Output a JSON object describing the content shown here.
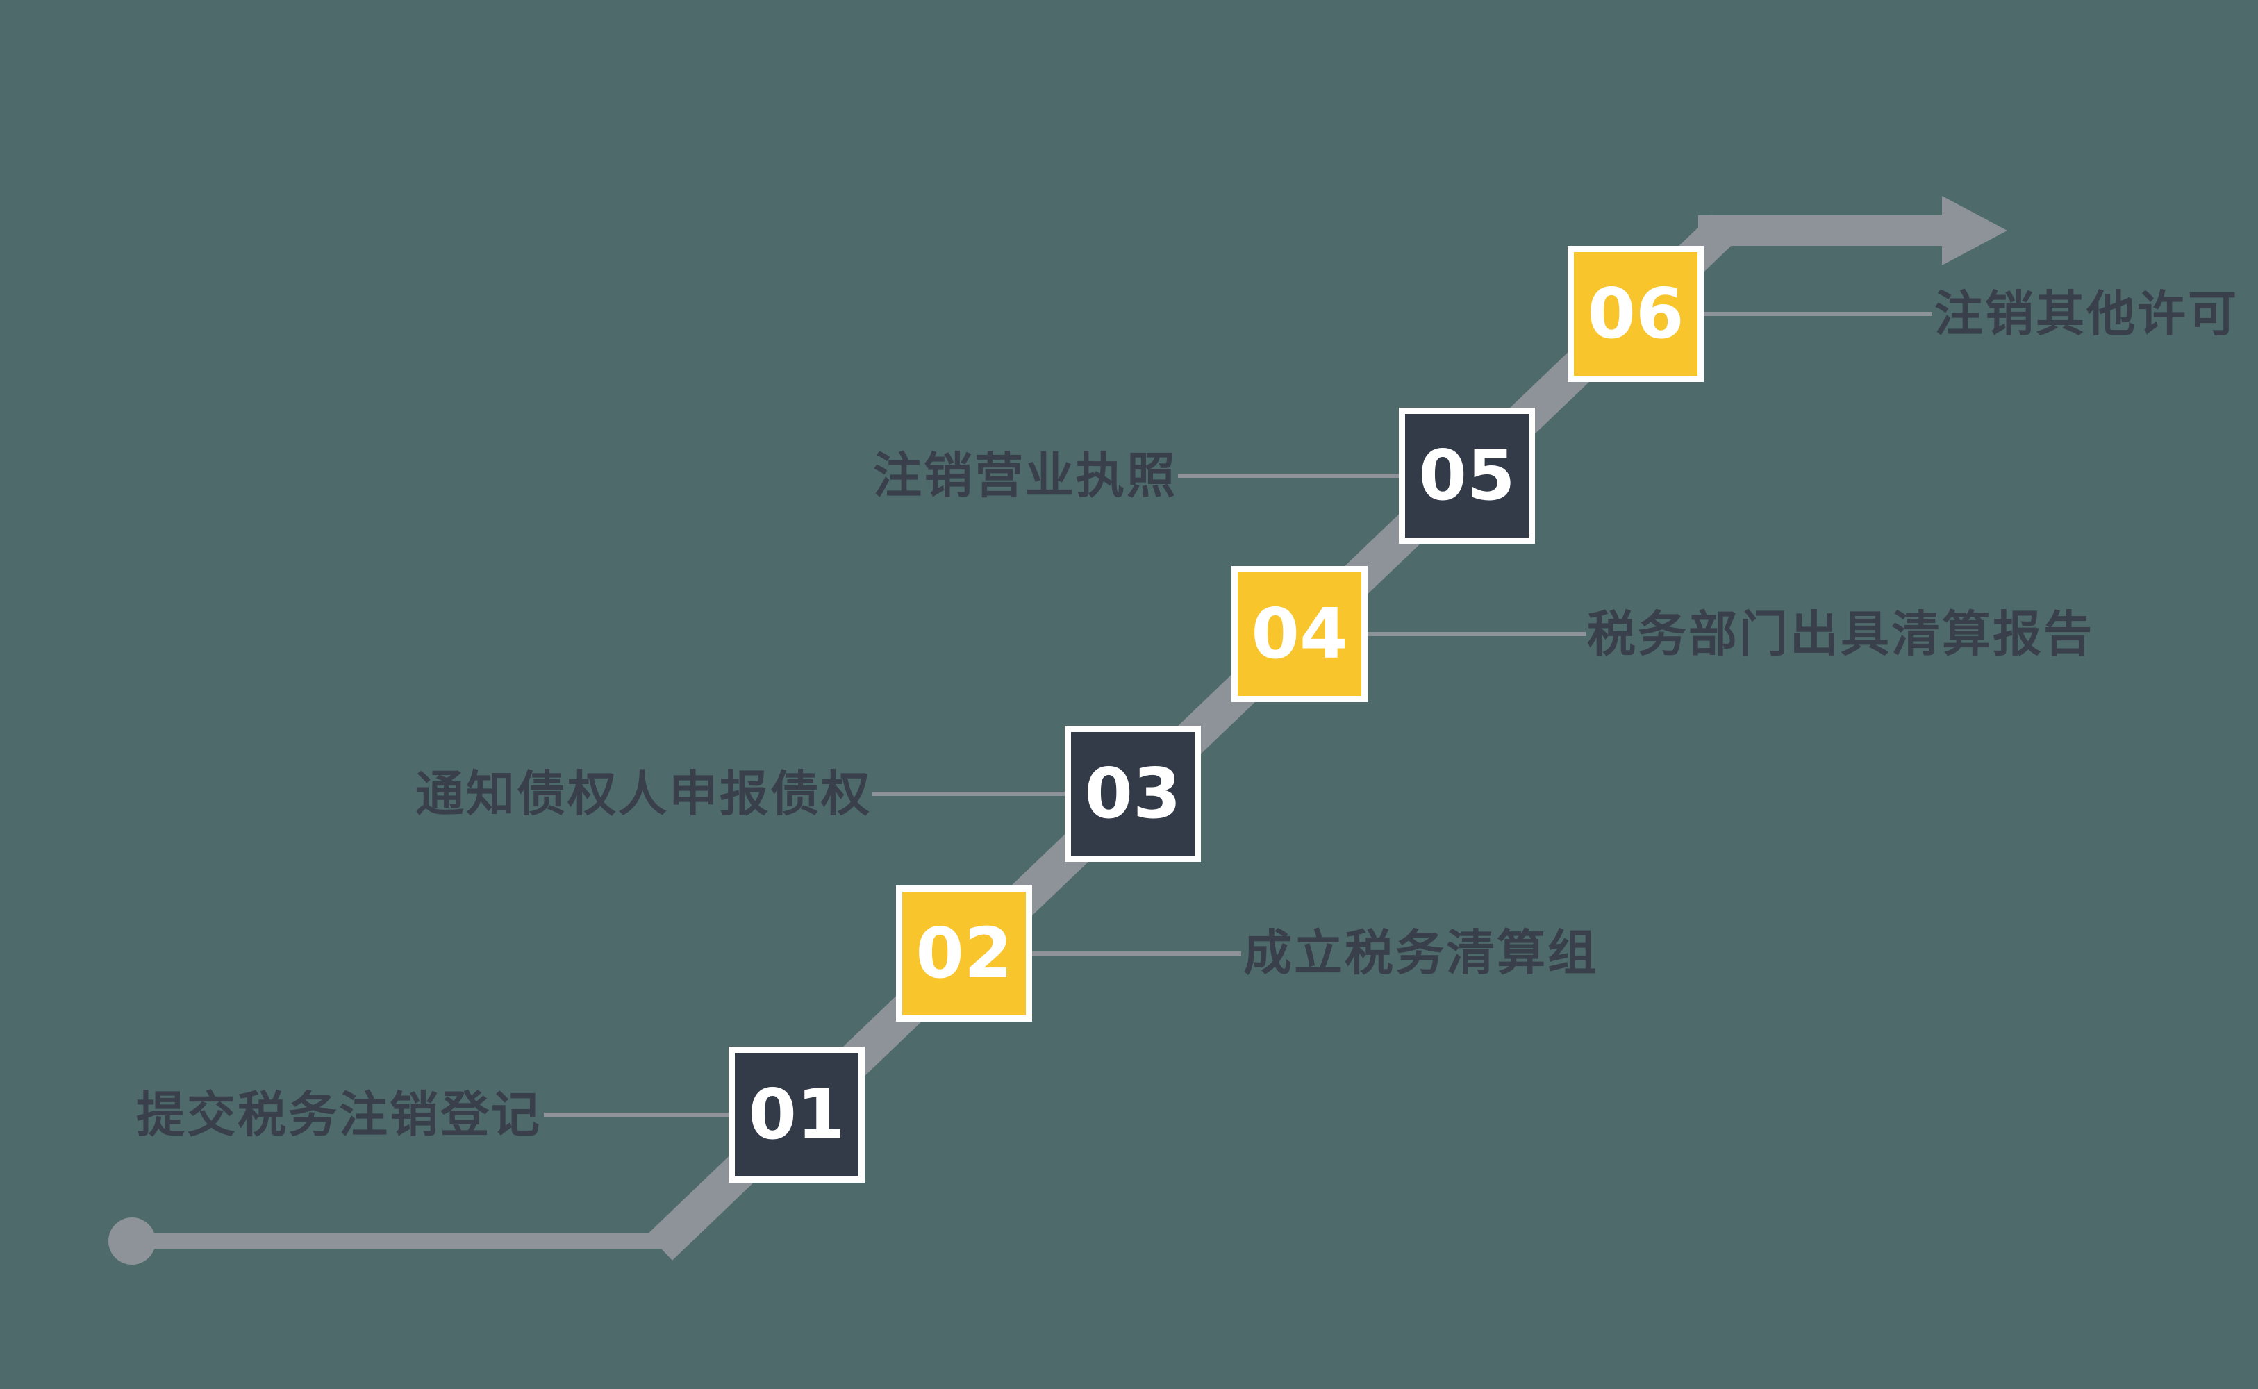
{
  "diagram": {
    "type": "staircase-process-flow",
    "direction": "bottom-left to top-right"
  },
  "colors": {
    "background": "#4e6a6a",
    "line": "#8e939a",
    "box_dark": "#333b49",
    "box_yellow": "#f9c52d",
    "label_text": "#39404c",
    "number_text": "#ffffff"
  },
  "steps": [
    {
      "number": "01",
      "label": "提交税务注销登记",
      "color": "dark",
      "side": "left"
    },
    {
      "number": "02",
      "label": "成立税务清算组",
      "color": "yellow",
      "side": "right"
    },
    {
      "number": "03",
      "label": "通知债权人申报债权",
      "color": "dark",
      "side": "left"
    },
    {
      "number": "04",
      "label": "税务部门出具清算报告",
      "color": "yellow",
      "side": "right"
    },
    {
      "number": "05",
      "label": "注销营业执照",
      "color": "dark",
      "side": "left"
    },
    {
      "number": "06",
      "label": "注销其他许可",
      "color": "yellow",
      "side": "right"
    }
  ]
}
